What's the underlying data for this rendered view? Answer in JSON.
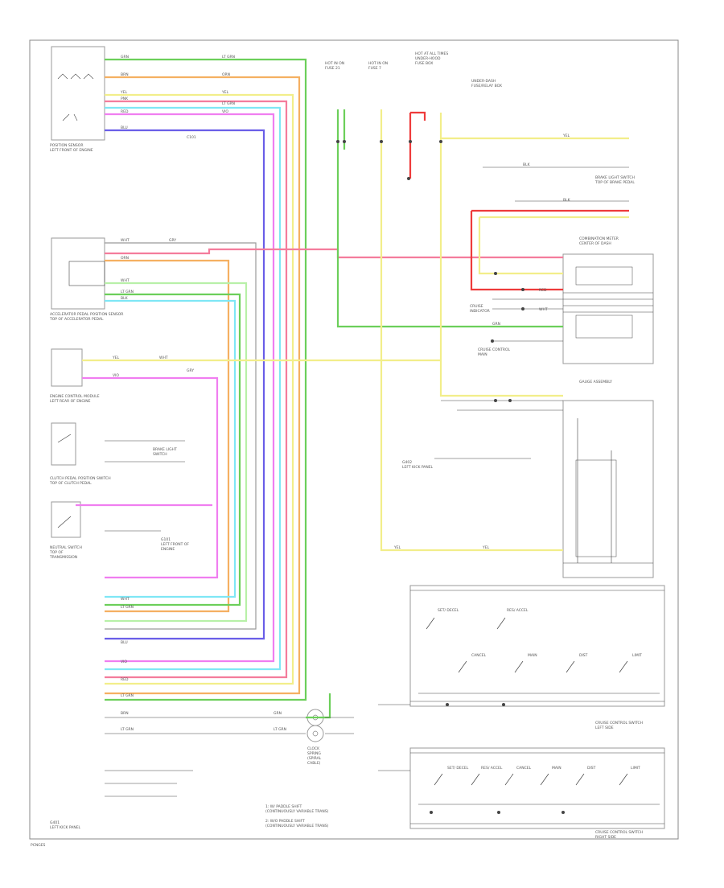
{
  "diagram": {
    "footer_code": "PCNGES",
    "colors": {
      "green": "#6ccf5a",
      "orange": "#f5b062",
      "pink": "#f47c9c",
      "red": "#ee3b3b",
      "cyan": "#7fe7f5",
      "blue": "#6a5ee8",
      "magenta": "#f07ef0",
      "yellow": "#f2ee8a",
      "light_green": "#b8f0a8",
      "gray": "#9a9a9a"
    },
    "components": {
      "position_sensor": "POSITION SENSOR\nLEFT FRONT OF ENGINE",
      "accelerator_pedal": "ACCELERATOR PEDAL POSITION SENSOR\nTOP OF ACCELERATOR PEDAL",
      "pcm": "ENGINE CONTROL MODULE\nLEFT REAR OF ENGINE",
      "brake_switch": "BRAKE LIGHT\nSWITCH",
      "clutch_switch": "CLUTCH PEDAL POSITION SWITCH\nTOP OF CLUTCH PEDAL",
      "neutral_switch": "NEUTRAL SWITCH\nTOP OF\nTRANSMISSION",
      "spiral_cable": "CLOCK\nSPRING\n(SPIRAL\nCABLE)",
      "g101": "G101\nLEFT FRONT OF\nENGINE",
      "combination_meter": "COMBINATION METER\nCENTER OF DASH",
      "gauge_assembly": "GAUGE ASSEMBLY",
      "cruise_switch_1": "CRUISE CONTROL SWITCH\nLEFT SIDE",
      "cruise_switch_2": "CRUISE CONTROL SWITCH\nRIGHT SIDE",
      "relay_box": "UNDER-DASH\nFUSE/RELAY BOX",
      "brake_light_switch": "BRAKE LIGHT SWITCH\nTOP OF BRAKE PEDAL",
      "ground_g402": "G402\nLEFT KICK PANEL",
      "fuse_21": "HOT IN ON\nFUSE 21",
      "fuse_7": "HOT IN ON\nFUSE 7",
      "fuse_box": "HOT AT ALL TIMES\nUNDER-HOOD\nFUSE BOX",
      "cruise_indicator": "CRUISE\nINDICATOR",
      "mains": "CRUISE CONTROL\nMAIN"
    },
    "notes": {
      "note_1": "1: W/ PADDLE SHIFT\n   (CONTINUOUSLY VARIABLE TRANS)",
      "note_2": "2: W/O PADDLE SHIFT\n   (CONTINUOUSLY VARIABLE TRANS)",
      "g401": "G401\nLEFT KICK PANEL"
    },
    "switch_labels": [
      "SET/ DECEL",
      "RES/ ACCEL",
      "CANCEL",
      "MAIN",
      "DIST",
      "LIMIT"
    ],
    "wire_labels": [
      "GRN",
      "BRN",
      "YEL",
      "PNK",
      "RED",
      "LT GRN",
      "BLU",
      "VIO",
      "WHT",
      "BLK",
      "ORN",
      "GRY"
    ]
  }
}
